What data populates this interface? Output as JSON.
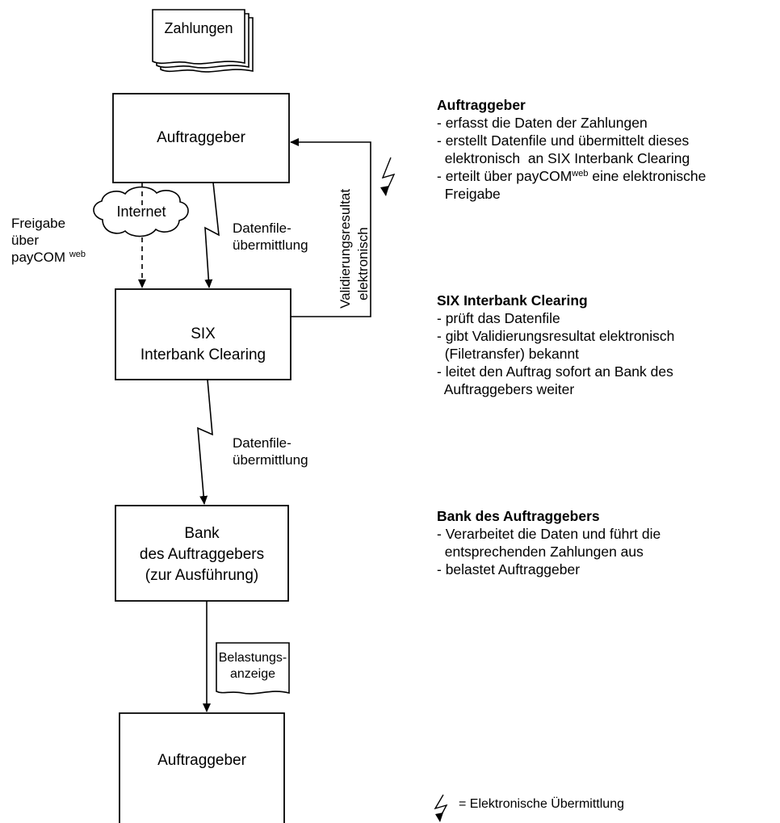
{
  "nodes": {
    "zahlungen_doc": "Zahlungen",
    "auftraggeber_top": "Auftraggeber",
    "internet": "Internet",
    "six": [
      "SIX",
      "Interbank Clearing"
    ],
    "bank": [
      "Bank",
      "des Auftraggebers",
      "(zur Ausführung)"
    ],
    "belastung_doc": [
      "Belastungs-",
      "anzeige"
    ],
    "auftraggeber_bottom": "Auftraggeber"
  },
  "labels": {
    "freigabe": [
      "Freigabe",
      "über",
      "payCOM"
    ],
    "freigabe_sup": "web",
    "datenfile_1": [
      "Datenfile-",
      "übermittlung"
    ],
    "datenfile_2": [
      "Datenfile-",
      "übermittlung"
    ],
    "validierung": [
      "Validierungsresultat",
      "elektronisch"
    ]
  },
  "panels": {
    "auftraggeber": {
      "title": "Auftraggeber",
      "items": [
        "- erfasst die Daten der Zahlungen",
        "- erstellt Datenfile und übermittelt dieses",
        "  elektronisch  an SIX Interbank Clearing"
      ],
      "item_paycom_pre": "- erteilt über payCOM",
      "item_paycom_sup": "web",
      "item_paycom_post": " eine elektronische",
      "item_paycom_cont": "  Freigabe"
    },
    "six": {
      "title": "SIX Interbank Clearing",
      "items": [
        "- prüft das Datenfile",
        "- gibt Validierungsresultat elektronisch",
        "  (Filetransfer) bekannt",
        "- leitet den Auftrag sofort an Bank des",
        "  Auftraggebers weiter"
      ]
    },
    "bank": {
      "title": "Bank des Auftraggebers",
      "items": [
        "- Verarbeitet die Daten und führt die",
        "  entsprechenden Zahlungen aus",
        "- belastet Auftraggeber"
      ]
    }
  },
  "legend": {
    "text": "= Elektronische Übermittlung"
  }
}
